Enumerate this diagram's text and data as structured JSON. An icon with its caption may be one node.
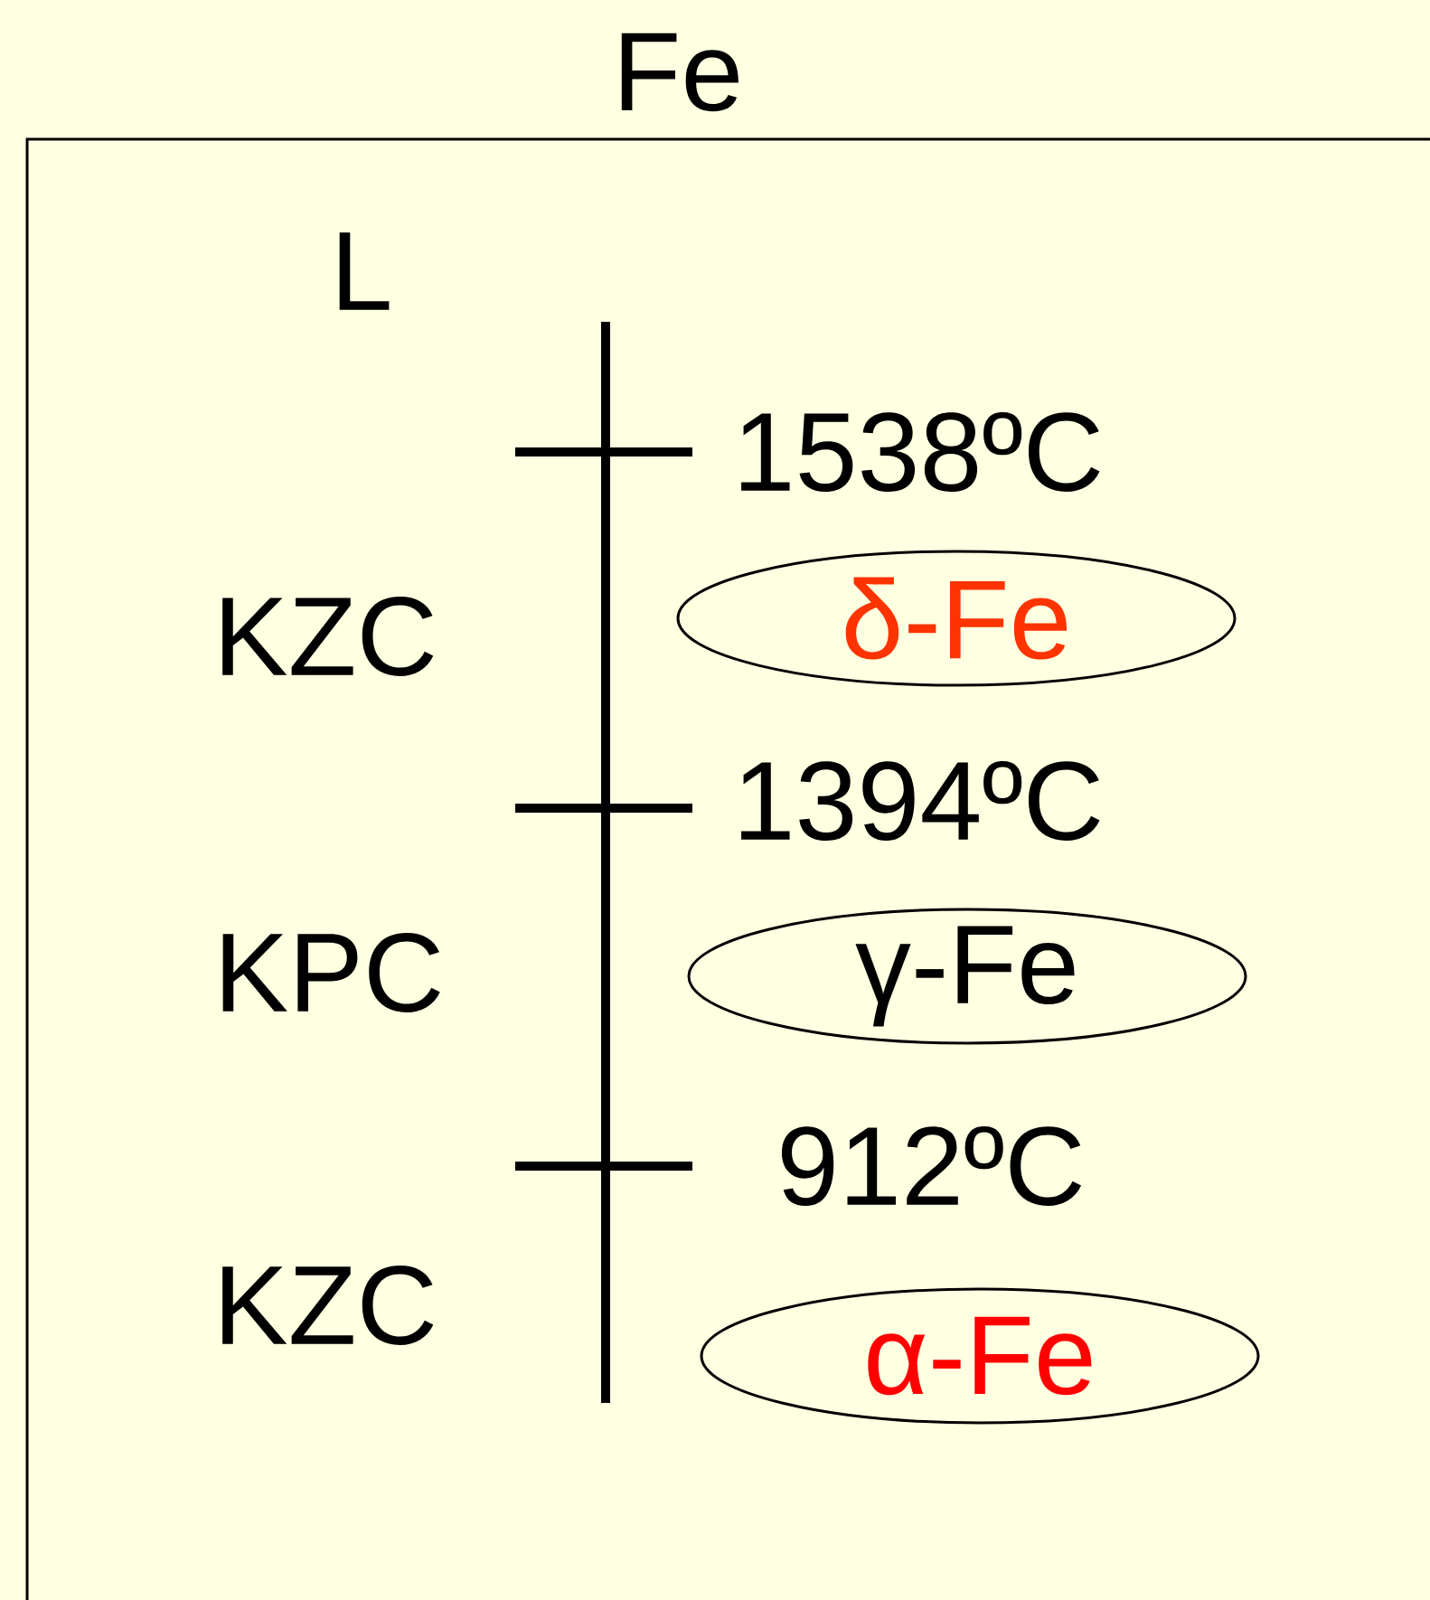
{
  "diagram": {
    "title": "Fe",
    "nodes": [
      {
        "text": [
          "δ-Fe"
        ]
      },
      {
        "text": [
          "γ-Fe"
        ]
      },
      {
        "text": [
          "α-Fe"
        ]
      }
    ],
    "labels": [
      "L",
      "1538ºC",
      "KZC",
      "1394ºC",
      "KPC",
      "912ºC",
      "KZC"
    ]
  }
}
